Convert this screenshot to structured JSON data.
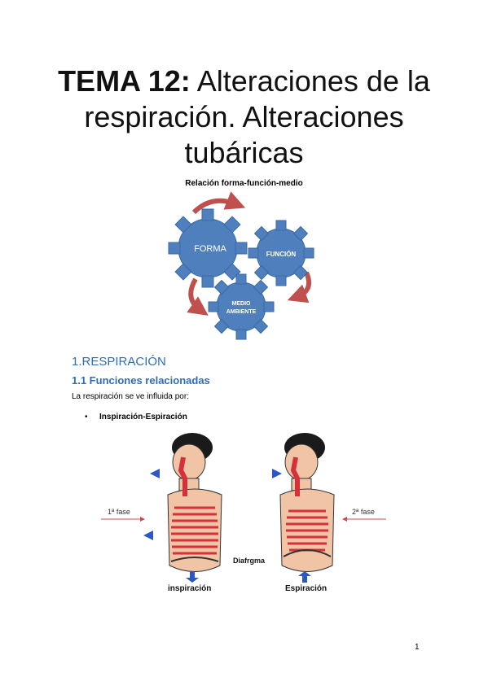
{
  "document": {
    "title": {
      "bold_part": "TEMA 12:",
      "rest": " Alteraciones de la respiración. Alteraciones tubáricas"
    },
    "subtitle": "Relación forma-función-medio",
    "diagram": {
      "gear_labels": {
        "forma": "FORMA",
        "funcion": "FUNCIÓN",
        "medio_line1": "MEDIO",
        "medio_line2": "AMBIENTE"
      },
      "colors": {
        "gear_fill": "#4f80bd",
        "gear_stroke": "#3a6aa5",
        "arrow": "#c0504d"
      }
    },
    "section_heading": "1.RESPIRACIÓN",
    "subsection_heading": "1.1 Funciones relacionadas",
    "paragraph": "La respiración se ve influida por:",
    "bullets": [
      "Inspiración-Espiración"
    ],
    "figure": {
      "left_phase": "1ª fase",
      "right_phase": "2ª fase",
      "diaphragm": "Diafrgma",
      "inspiration": "inspiración",
      "expiration": "Espiración"
    },
    "page_number": "1"
  }
}
